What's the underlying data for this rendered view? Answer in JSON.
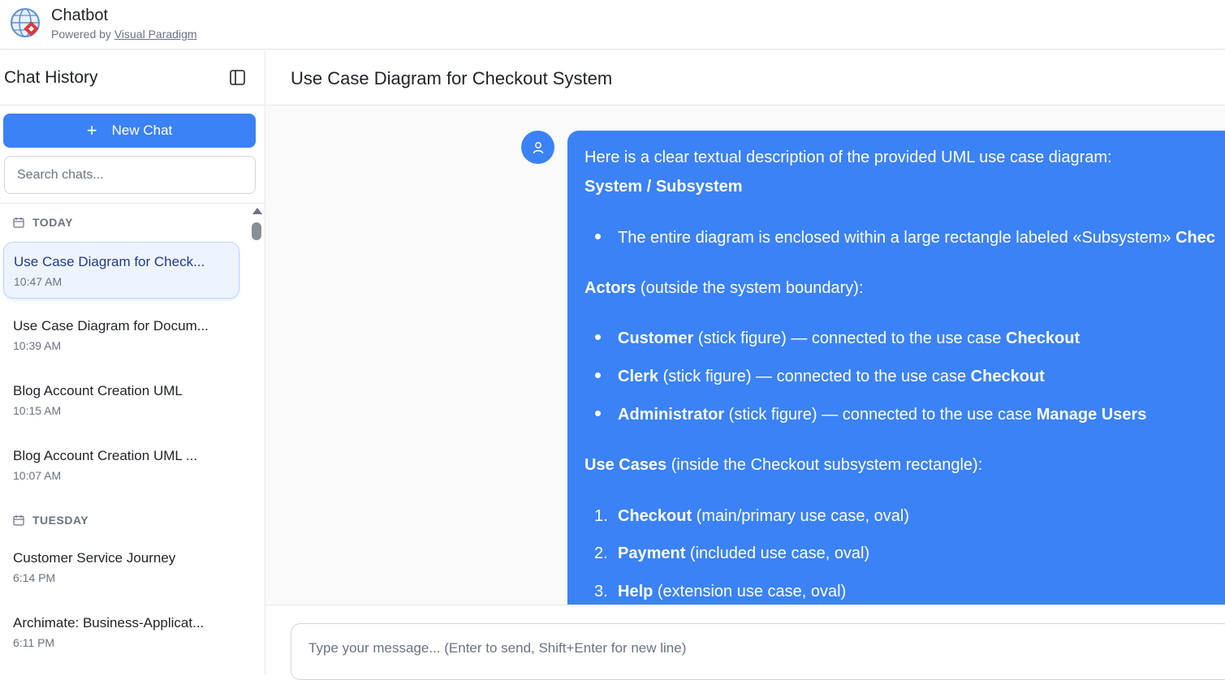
{
  "app": {
    "title": "Chatbot",
    "powered_prefix": "Powered by ",
    "powered_link": "Visual Paradigm",
    "logo_icon": "globe-logo-icon"
  },
  "sidebar": {
    "title": "Chat History",
    "new_chat_label": "New Chat",
    "search_placeholder": "Search chats...",
    "groups": [
      {
        "label": "TODAY"
      },
      {
        "label": "TUESDAY"
      }
    ],
    "chats": [
      {
        "title": "Use Case Diagram for Check...",
        "time": "10:47 AM",
        "active": true
      },
      {
        "title": "Use Case Diagram for Docum...",
        "time": "10:39 AM"
      },
      {
        "title": "Blog Account Creation UML",
        "time": "10:15 AM"
      },
      {
        "title": "Blog Account Creation UML ...",
        "time": "10:07 AM"
      },
      {
        "title": "Customer Service Journey",
        "time": "6:14 PM"
      },
      {
        "title": "Archimate: Business-Applicat...",
        "time": "6:11 PM"
      }
    ]
  },
  "main": {
    "title": "Use Case Diagram for Checkout System",
    "message": {
      "intro": "Here is a clear textual description of the provided UML use case diagram:",
      "h_system": "System / Subsystem",
      "system_bullet_text": "The entire diagram is enclosed within a large rectangle labeled «Subsystem» ",
      "system_bullet_bold": "Chec",
      "h_actors_bold": "Actors",
      "h_actors_rest": " (outside the system boundary):",
      "actors": [
        {
          "name": "Customer",
          "desc": " (stick figure) — connected to the use case ",
          "target": "Checkout"
        },
        {
          "name": "Clerk",
          "desc": " (stick figure) — connected to the use case ",
          "target": "Checkout"
        },
        {
          "name": "Administrator",
          "desc": " (stick figure) — connected to the use case ",
          "target": "Manage Users"
        }
      ],
      "h_usecases_bold": "Use Cases",
      "h_usecases_rest": " (inside the Checkout subsystem rectangle):",
      "usecases": [
        {
          "num": "1.",
          "name": "Checkout",
          "desc": " (main/primary use case, oval)"
        },
        {
          "num": "2.",
          "name": "Payment",
          "desc": " (included use case, oval)"
        },
        {
          "num": "3.",
          "name": "Help",
          "desc": " (extension use case, oval)"
        }
      ]
    },
    "composer_placeholder": "Type your message... (Enter to send, Shift+Enter for new line)"
  },
  "colors": {
    "accent": "#3b82f6",
    "active_item_bg": "#eef4ff",
    "muted_text": "#6b7280"
  }
}
